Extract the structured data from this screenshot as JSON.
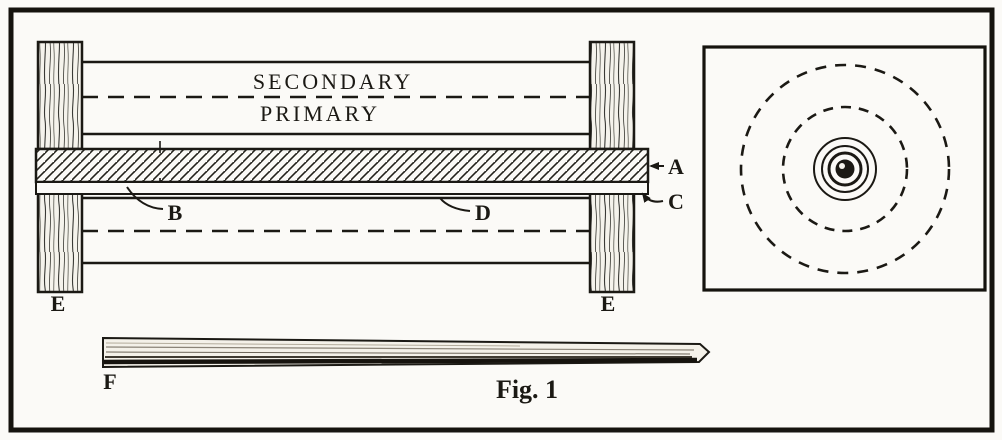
{
  "figure": {
    "caption": "Fig. 1",
    "labels": {
      "secondary": "SECONDARY",
      "primary": "PRIMARY",
      "a": "A",
      "b": "B",
      "c": "C",
      "d": "D",
      "e_left": "E",
      "e_right": "E",
      "f": "F"
    },
    "colors": {
      "ink": "#1b1914",
      "paper": "#fbfaf7"
    }
  }
}
